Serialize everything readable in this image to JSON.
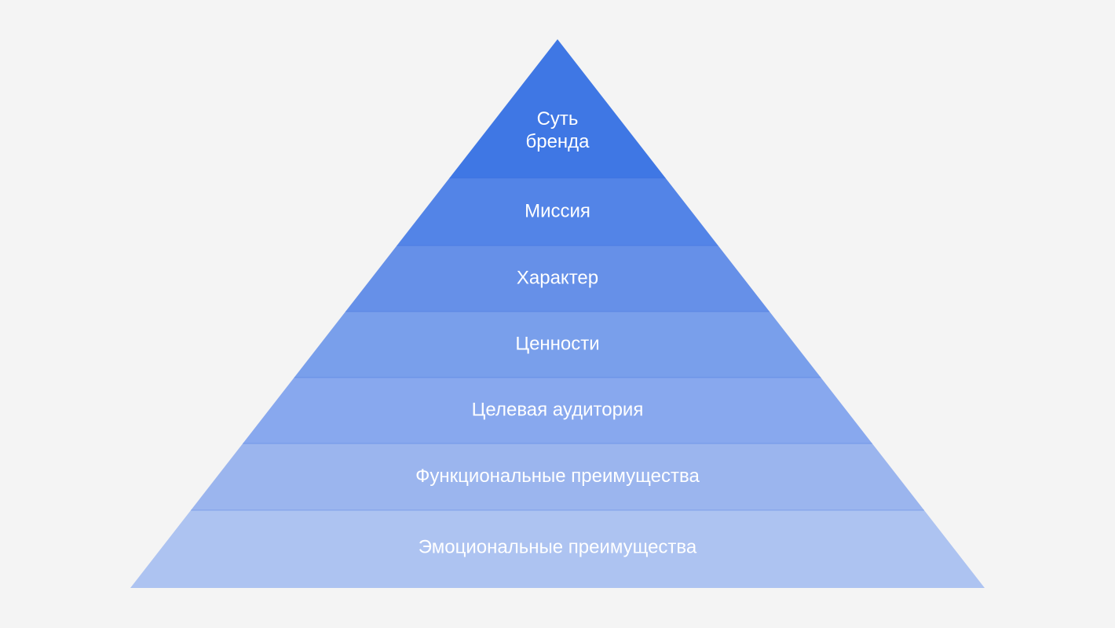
{
  "diagram": {
    "type": "pyramid",
    "background": "#f4f4f4",
    "levels": [
      {
        "label_lines": [
          "Суть",
          "бренда"
        ],
        "label": "Суть бренда",
        "color": "#3f77e4"
      },
      {
        "label": "Миссия",
        "color": "#5384e7"
      },
      {
        "label": "Характер",
        "color": "#6690e8"
      },
      {
        "label": "Ценности",
        "color": "#799feb"
      },
      {
        "label": "Целевая аудитория",
        "color": "#88a8ee"
      },
      {
        "label": "Функциональные преимущества",
        "color": "#9bb5ee"
      },
      {
        "label": "Эмоциональные преимущества",
        "color": "#adc3f1"
      }
    ]
  }
}
